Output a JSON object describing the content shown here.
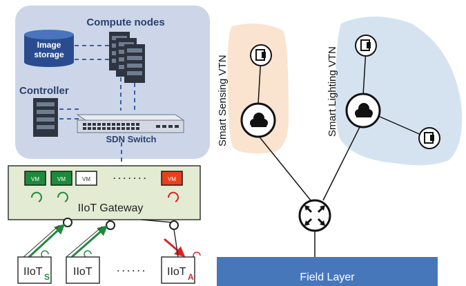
{
  "cloud": {
    "image_storage_line1": "Image",
    "image_storage_line2": "storage",
    "compute_nodes": "Compute nodes",
    "controller": "Controller",
    "sdn_switch": "SDN Switch"
  },
  "gateway": {
    "title": "IIoT Gateway",
    "vm_labels": [
      "VM",
      "VM",
      "VM",
      "VM"
    ],
    "vm_colors": [
      "#1f8a3c",
      "#1f8a3c",
      "#ffffff",
      "#e8401c"
    ],
    "dots": "· · · · · · ·"
  },
  "devices": {
    "labels": [
      "IIoT",
      "IIoT",
      "IIoT"
    ],
    "subscripts": [
      "S",
      "",
      "A"
    ],
    "dots": "· · · · · ·"
  },
  "network": {
    "vtn_left": "Smart Sensing VTN",
    "vtn_right": "Smart Lighting VTN",
    "field_layer": "Field Layer"
  },
  "colors": {
    "cloud_bg": "#ccd6e8",
    "sensing_bg": "#fae3cf",
    "lighting_bg": "#d5e3f1",
    "gateway_bg": "#e3ebd2",
    "field_layer": "#4677bb",
    "green_arrow": "#1f8a3c",
    "red_arrow": "#e02020",
    "dashed_line": "#3a5ea8"
  }
}
